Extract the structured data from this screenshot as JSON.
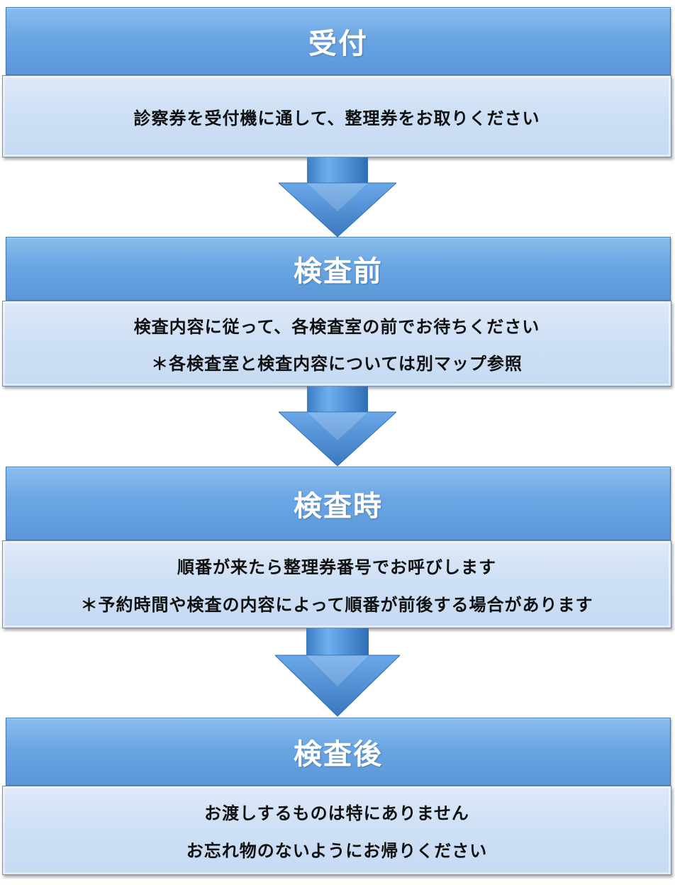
{
  "colors": {
    "header_blue": "#6aa6e4",
    "body_light_blue": "#cddff5",
    "arrow_blue": "#4f8fd4"
  },
  "steps": [
    {
      "title": "受付",
      "lines": [
        "診察券を受付機に通して、整理券をお取りください"
      ]
    },
    {
      "title": "検査前",
      "lines": [
        "検査内容に従って、各検査室の前でお待ちください",
        "＊各検査室と検査内容については別マップ参照"
      ]
    },
    {
      "title": "検査時",
      "lines": [
        "順番が来たら整理券番号でお呼びします",
        "＊予約時間や検査の内容によって順番が前後する場合があります"
      ]
    },
    {
      "title": "検査後",
      "lines": [
        "お渡しするものは特にありません",
        "お忘れ物のないようにお帰りください"
      ]
    }
  ]
}
